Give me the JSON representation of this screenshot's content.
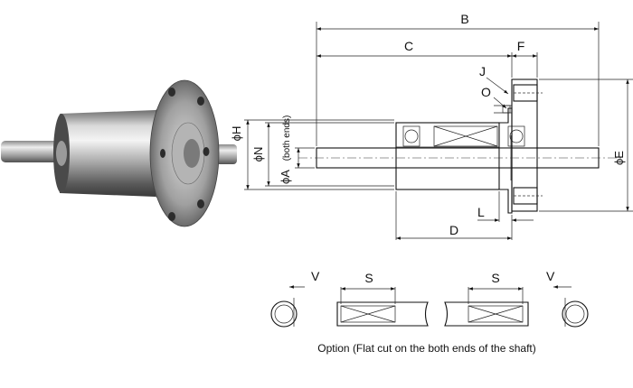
{
  "dimensions": {
    "B": "B",
    "C": "C",
    "F": "F",
    "J": "J",
    "O": "O",
    "H": "ϕH",
    "N": "ϕN",
    "A": "ϕA",
    "A_note": "(both ends)",
    "E": "ϕE",
    "L": "L",
    "D": "D",
    "S_left": "S",
    "S_right": "S",
    "V_left": "V",
    "V_right": "V"
  },
  "caption": "Option (Flat cut on the both ends of the shaft)"
}
